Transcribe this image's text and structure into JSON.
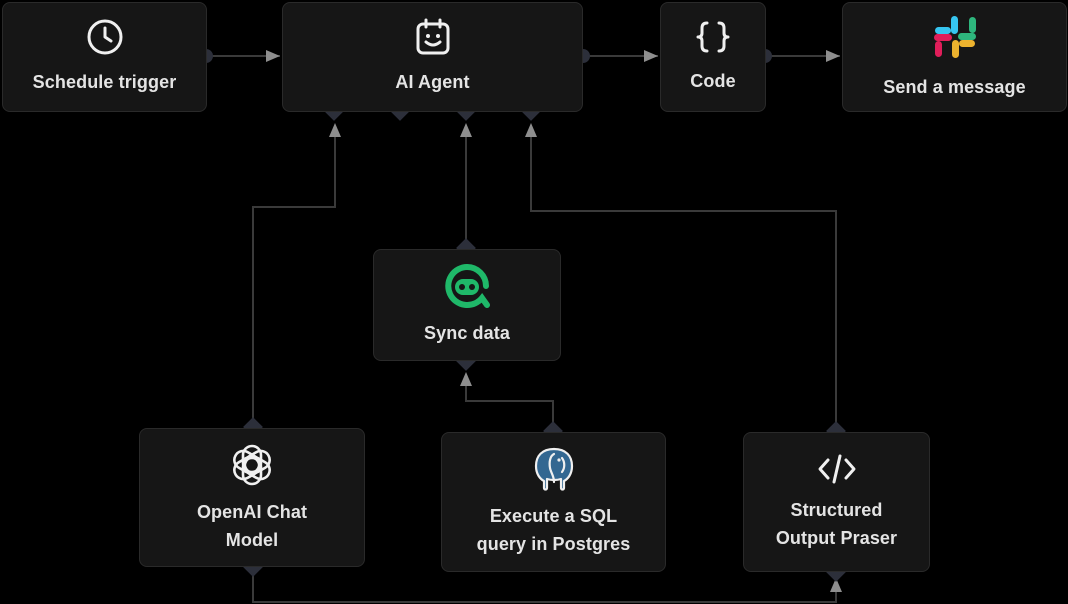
{
  "nodes": {
    "schedule_trigger": {
      "label": "Schedule trigger",
      "icon": "clock-icon"
    },
    "ai_agent": {
      "label": "AI Agent",
      "icon": "robot-calendar-icon"
    },
    "code": {
      "label": "Code",
      "icon": "curly-braces-icon"
    },
    "send_message": {
      "label": "Send a message",
      "icon": "slack-icon"
    },
    "sync_data": {
      "label": "Sync data",
      "icon": "chat-bot-icon"
    },
    "openai_chat_model": {
      "label_line1": "OpenAI Chat",
      "label_line2": "Model",
      "icon": "openai-icon"
    },
    "execute_sql": {
      "label_line1": "Execute a SQL",
      "label_line2": "query in Postgres",
      "icon": "postgres-elephant-icon"
    },
    "structured_output": {
      "label_line1": "Structured",
      "label_line2": "Output Praser",
      "icon": "code-brackets-icon"
    }
  },
  "colors": {
    "background": "#000000",
    "node_fill": "#161616",
    "node_border": "#2a2a2a",
    "wire": "#3a3a3a",
    "connector": "#2c2f3a",
    "sync_icon_green": "#1fb869",
    "slack_blue": "#36c5f0",
    "slack_green": "#2eb67d",
    "slack_yellow": "#ecb22e",
    "slack_red": "#e01e5a",
    "postgres_blue": "#336791"
  }
}
